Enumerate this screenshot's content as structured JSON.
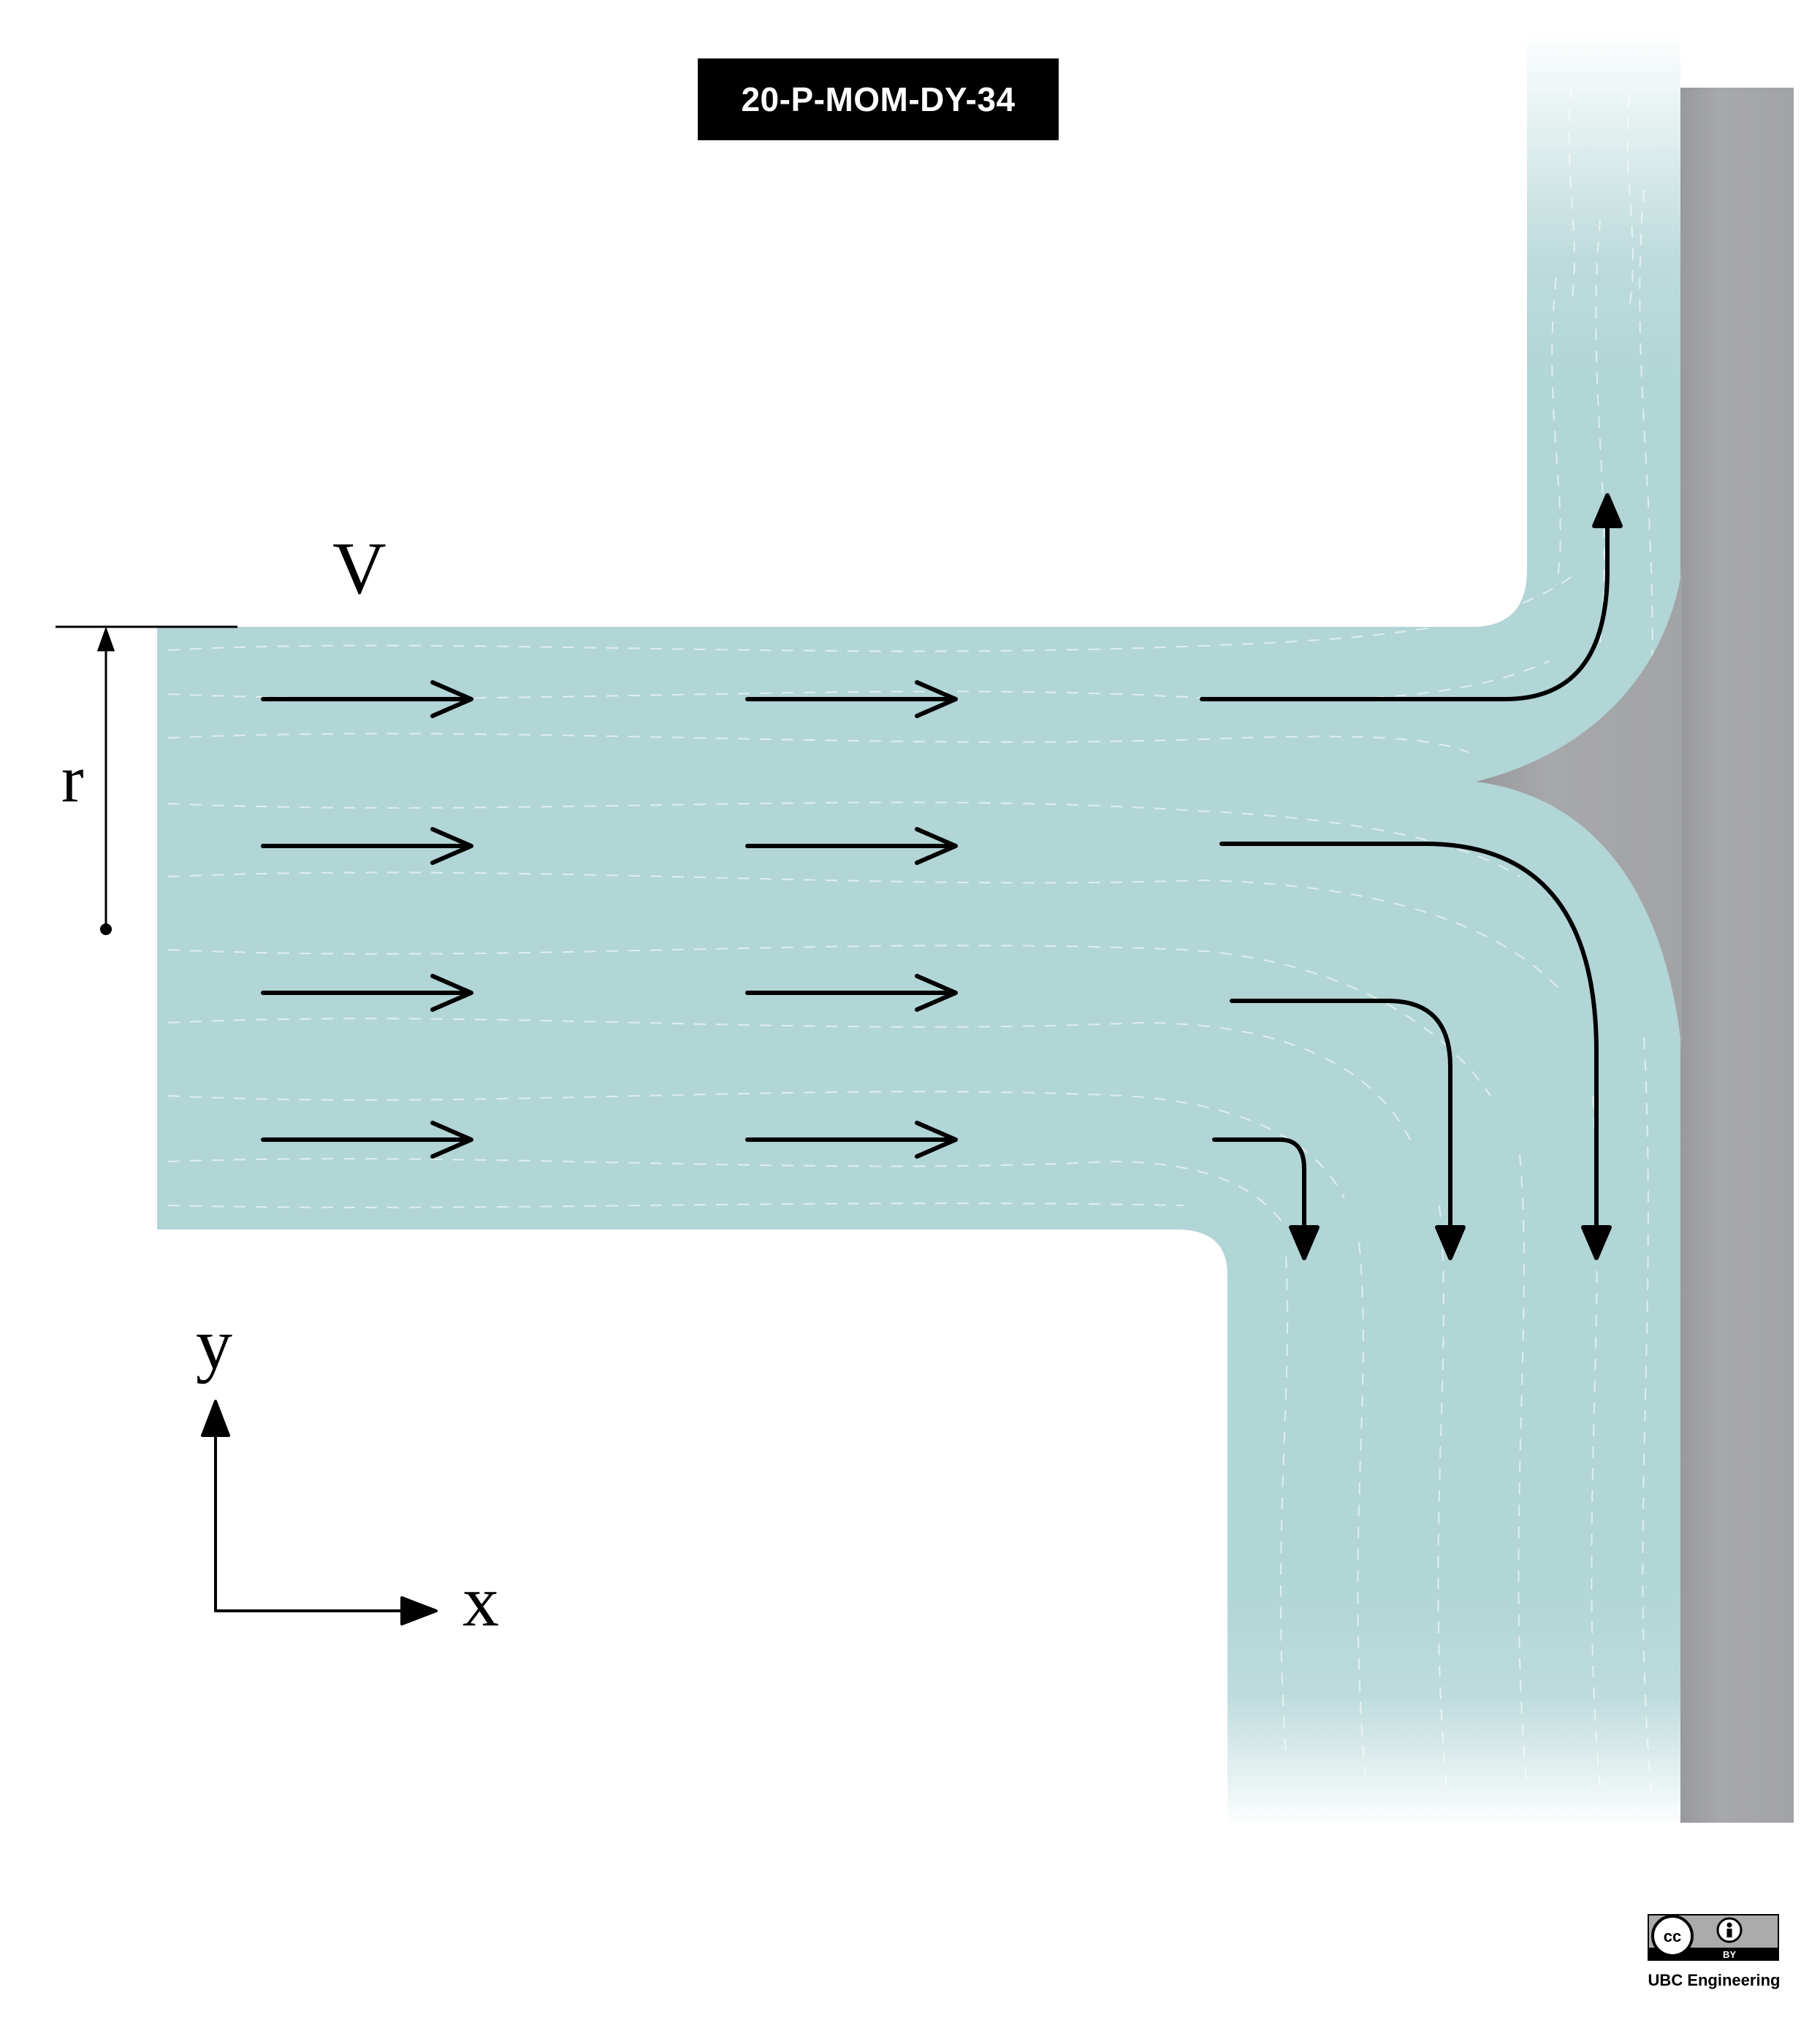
{
  "header": {
    "problem_id": "20-P-MOM-DY-34"
  },
  "labels": {
    "velocity": "V",
    "radius": "r",
    "y_axis": "y",
    "x_axis": "x"
  },
  "footer": {
    "license_cc": "cc",
    "license_by": "BY",
    "credit": "UBC Engineering"
  },
  "colors": {
    "fluid": "#b2d5d6",
    "wall": "#a5a6a8",
    "arrow": "#000000",
    "streamline": "#ffffff",
    "label_background": "#000000"
  },
  "icons": {
    "license": "creative-commons-by-icon",
    "person": "person-icon"
  }
}
